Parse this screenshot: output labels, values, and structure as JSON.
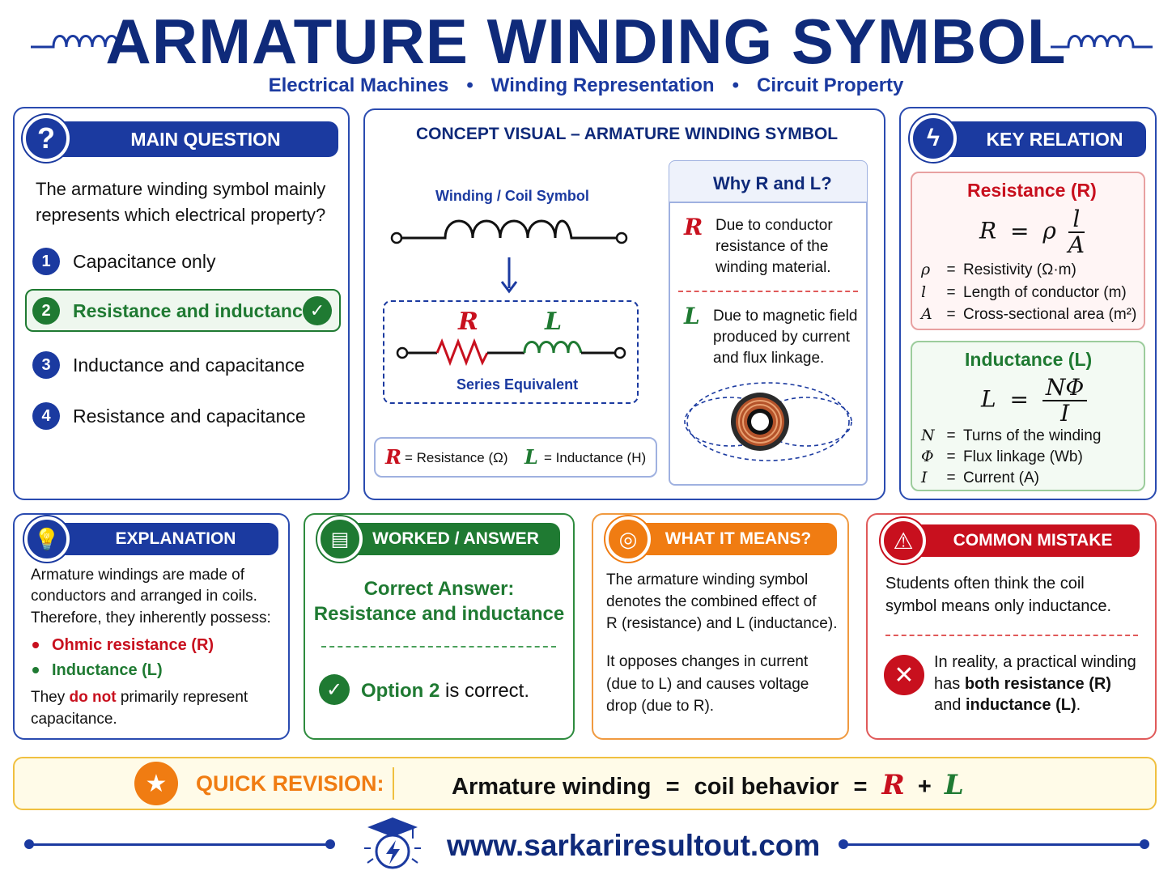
{
  "header": {
    "title": "ARMATURE WINDING SYMBOL",
    "subtitle_items": [
      "Electrical Machines",
      "Winding Representation",
      "Circuit Property"
    ]
  },
  "main_question": {
    "heading": "MAIN QUESTION",
    "icon": "question-icon",
    "question_line1": "The armature winding symbol mainly",
    "question_line2": "represents which electrical property?",
    "options": [
      {
        "num": "1",
        "label": "Capacitance only"
      },
      {
        "num": "2",
        "label": "Resistance and inductance"
      },
      {
        "num": "3",
        "label": "Inductance and capacitance"
      },
      {
        "num": "4",
        "label": "Resistance and capacitance"
      }
    ]
  },
  "concept": {
    "heading": "CONCEPT VISUAL – ARMATURE WINDING SYMBOL",
    "coil_label": "Winding / Coil Symbol",
    "r_symbol": "R",
    "l_symbol": "L",
    "series_label": "Series Equivalent",
    "legend_r": "= Resistance (Ω)",
    "legend_l": "= Inductance (H)",
    "why_title": "Why R and L?",
    "why_r_1": "Due to conductor",
    "why_r_2": "resistance of the",
    "why_r_3": "winding material.",
    "why_l_1": "Due to magnetic field",
    "why_l_2": "produced by current",
    "why_l_3": "and flux linkage."
  },
  "key_relation": {
    "heading": "KEY RELATION",
    "icon": "lightning-icon",
    "res_title": "Resistance (R)",
    "res_lhs": "R",
    "res_eq": "=",
    "res_rho": "ρ",
    "res_num": "l",
    "res_den": "A",
    "res_defs": [
      {
        "sym": "ρ",
        "eq": "=",
        "text": "Resistivity (Ω·m)"
      },
      {
        "sym": "l",
        "eq": "=",
        "text": "Length of conductor (m)"
      },
      {
        "sym": "A",
        "eq": "=",
        "text": "Cross-sectional area (m²)"
      }
    ],
    "ind_title": "Inductance (L)",
    "ind_lhs": "L",
    "ind_eq": "=",
    "ind_num": "NΦ",
    "ind_den": "I",
    "ind_defs": [
      {
        "sym": "N",
        "eq": "=",
        "text": "Turns of the winding"
      },
      {
        "sym": "Φ",
        "eq": "=",
        "text": "Flux linkage (Wb)"
      },
      {
        "sym": "I",
        "eq": "=",
        "text": "Current (A)"
      }
    ]
  },
  "explanation": {
    "heading": "EXPLANATION",
    "icon": "lightbulb-icon",
    "line1": "Armature windings are made of",
    "line2": "conductors and arranged in coils.",
    "line3": "Therefore, they inherently possess:",
    "bullet1": "Ohmic resistance (R)",
    "bullet2": "Inductance (L)",
    "last_a": "They ",
    "last_b": "do not",
    "last_c": " primarily represent",
    "last_d": "capacitance."
  },
  "worked": {
    "heading": "WORKED / ANSWER",
    "icon": "clipboard-icon",
    "correct_1": "Correct Answer:",
    "correct_2": "Resistance and inductance",
    "option_a": "Option 2",
    "option_b": " is correct."
  },
  "meaning": {
    "heading": "WHAT IT MEANS?",
    "icon": "target-icon",
    "p1_1": "The armature winding symbol",
    "p1_2": "denotes the combined effect of",
    "p1_3": "R (resistance) and L (inductance).",
    "p2_1": "It opposes changes in current",
    "p2_2": "(due to L) and causes voltage",
    "p2_3": "drop (due to R)."
  },
  "mistake": {
    "heading": "COMMON MISTAKE",
    "icon": "warning-icon",
    "p1_1": "Students often think the coil",
    "p1_2": "symbol means only inductance.",
    "p2_1": "In reality, a practical winding",
    "p2_2a": "has ",
    "p2_2b": "both resistance (R)",
    "p2_3a": "and ",
    "p2_3b": "inductance (L)",
    "p2_3c": "."
  },
  "revision": {
    "label": "QUICK REVISION:",
    "icon": "star-icon",
    "text_a": "Armature winding",
    "eq1": "=",
    "text_b": "coil behavior",
    "eq2": "=",
    "r": "R",
    "plus": "+",
    "l": "L"
  },
  "footer": {
    "url": "www.sarkariresultout.com",
    "icon": "graduation-cap-icon"
  },
  "colors": {
    "navy": "#0f2a7a",
    "blue": "#1b3aa0",
    "green": "#1f7a32",
    "red": "#c8101e",
    "orange": "#f07c12"
  }
}
